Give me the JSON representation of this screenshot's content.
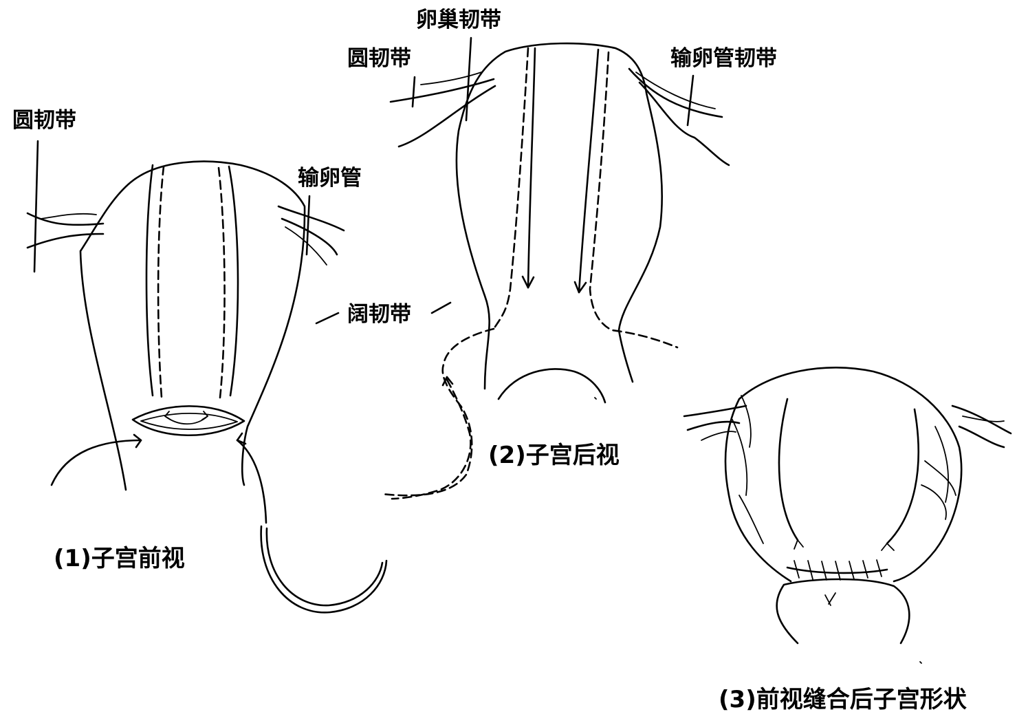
{
  "figure1": {
    "labels": {
      "round_ligament": "圆韧带",
      "fallopian_tube": "输卵管",
      "broad_ligament": "阔韧带"
    },
    "caption": "(1)子宫前视"
  },
  "figure2": {
    "labels": {
      "ovarian_ligament": "卵巢韧带",
      "round_ligament": "圆韧带",
      "tubal_ligament": "输卵管韧带"
    },
    "caption": "(2)子宫后视"
  },
  "figure3": {
    "caption": "(3)前视缝合后子宫形状"
  },
  "colors": {
    "ink": "#000000",
    "background": "#ffffff"
  }
}
